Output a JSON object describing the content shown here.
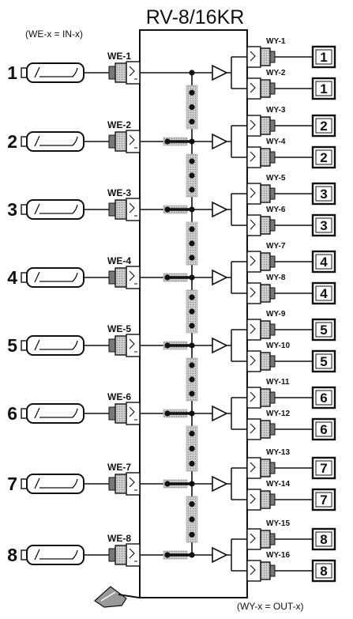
{
  "title": "RV-8/16KR",
  "input_note": "(WE-x = IN-x)",
  "output_note": "(WY-x = OUT-x)",
  "inputs": [
    {
      "number": "1",
      "label": "WE-1"
    },
    {
      "number": "2",
      "label": "WE-2"
    },
    {
      "number": "3",
      "label": "WE-3"
    },
    {
      "number": "4",
      "label": "WE-4"
    },
    {
      "number": "5",
      "label": "WE-5"
    },
    {
      "number": "6",
      "label": "WE-6"
    },
    {
      "number": "7",
      "label": "WE-7"
    },
    {
      "number": "8",
      "label": "WE-8"
    }
  ],
  "outputs": [
    {
      "label": "WY-1",
      "monitor": "1"
    },
    {
      "label": "WY-2",
      "monitor": "1"
    },
    {
      "label": "WY-3",
      "monitor": "2"
    },
    {
      "label": "WY-4",
      "monitor": "2"
    },
    {
      "label": "WY-5",
      "monitor": "3"
    },
    {
      "label": "WY-6",
      "monitor": "3"
    },
    {
      "label": "WY-7",
      "monitor": "4"
    },
    {
      "label": "WY-8",
      "monitor": "4"
    },
    {
      "label": "WY-9",
      "monitor": "5"
    },
    {
      "label": "WY-10",
      "monitor": "5"
    },
    {
      "label": "WY-11",
      "monitor": "6"
    },
    {
      "label": "WY-12",
      "monitor": "6"
    },
    {
      "label": "WY-13",
      "monitor": "7"
    },
    {
      "label": "WY-14",
      "monitor": "7"
    },
    {
      "label": "WY-15",
      "monitor": "8"
    },
    {
      "label": "WY-16",
      "monitor": "8"
    }
  ],
  "icons": {
    "camera": "camera-icon",
    "connector": "bnc-connector-icon",
    "amplifier": "amplifier-icon",
    "monitor": "monitor-icon",
    "bridge": "jumper-bridge-icon",
    "tool": "screwdriver-icon"
  }
}
